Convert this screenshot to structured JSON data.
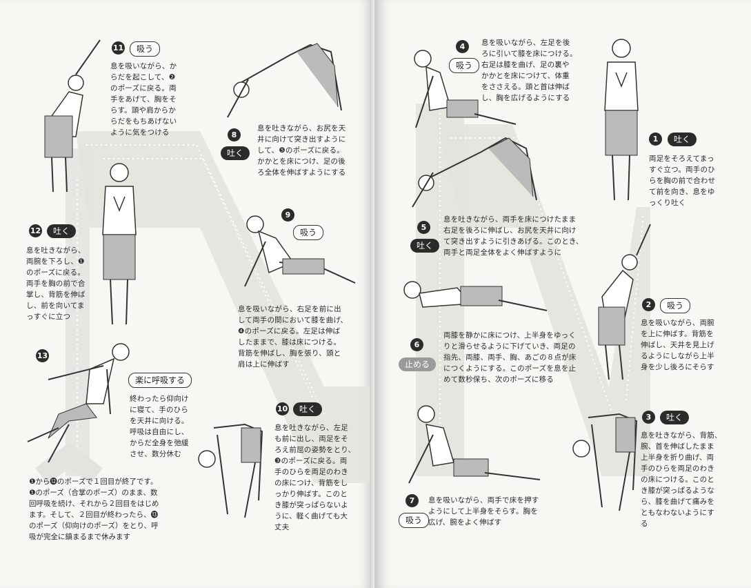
{
  "left_page": {
    "steps": [
      {
        "num": "11",
        "breath": "吸う",
        "text": "息を吸いながら、か\nらだを起こして、❷\nのポーズに戻る。両\n手をあげて、胸をそ\nらす。頭や肩からか\nらだをもちあげない\nように気をつける"
      },
      {
        "num": "8",
        "breath": "吐く",
        "text": "息を吐きながら、お尻を天\n井に向けて突き出すように\nして、❺のポーズに戻る。\nかかとを床につけ、足の後\nろ全体を伸ばすようにする"
      },
      {
        "num": "12",
        "breath": "吐く",
        "text": "息を吐きながら、\n両腕を下ろし、❶\nのポーズに戻る。\n両手を胸の前で合\n掌し、背筋を伸ば\nし、前を向いてま\nっすぐに立つ"
      },
      {
        "num": "9",
        "breath": "吸う",
        "text": "息を吸いながら、右足を前に出\nして両手の間において膝を曲げ、\n❹のポーズに戻る。左足は伸ば\nしたままで、膝は床につける。\n背筋を伸ばし、胸を張り、頭と\n肩は上に伸ばす"
      },
      {
        "num": "13",
        "breath": "楽に呼吸する",
        "text": "終わったら仰向け\nに寝て、手のひら\nを天井に向ける。\n呼吸は自由にし、\nからだ全身を弛緩\nさせ、数分休む"
      },
      {
        "num": "10",
        "breath": "吐く",
        "text": "息を吐きながら、左足\nも前に出し、両足をそ\nろえ前屈の姿勢をとり、\n❸のポーズに戻る。両\n手のひらを両足のわき\nの床につけ、背筋をし\nっかり伸ばす。このと\nき膝が突っぱらないよ\nうに、軽く曲げても大\n丈夫"
      }
    ],
    "footnote": "❶から⓬のポーズで１回目が終了です。\n❶のポーズ（合掌のポーズ）のまま、数\n回呼吸を続け、それから２回目をはじめ\nます。そして、２回目が終わったら、⓭\nのポーズ（仰向けのポーズ）をとり、呼\n吸が完全に鎮まるまで休みます"
  },
  "right_page": {
    "steps": [
      {
        "num": "4",
        "breath": "吸う",
        "text": "息を吸いながら、左足を後\nろに引いて膝を床につける。\n右足は膝を曲げ、足の裏や\nかかとを床につけて、体重\nをささえる。頭と首は伸ば\nし、胸を広げるようにする"
      },
      {
        "num": "1",
        "breath": "吐く",
        "text": "両足をそろえてまっ\nすぐ立つ。両手のひ\nらを胸の前で合わせ\nて前を向き、息をゆ\nっくり吐く"
      },
      {
        "num": "5",
        "breath": "吐く",
        "text": "息を吐きながら、両手を床につけたまま\n右足を後ろに伸ばし、お尻を天井に向け\nて突き出すように引きあげる。このとき、\n両手と両足全体をよく伸ばすように"
      },
      {
        "num": "2",
        "breath": "吸う",
        "text": "息を吸いながら、両腕\nを上に伸ばす。背筋を\n伸ばし、天井を見上げ\nるようにしながら上半\n身を少し後ろにそらす"
      },
      {
        "num": "6",
        "breath": "止める",
        "text": "両膝を静かに床につけ、上半身をゆっく\nりと滑らせるように下げていき、両足の\n指先、両膝、両手、胸、あごの８点が床\nにつくようにする。このポーズを息を止\nめて数秒保ち、次のポーズに移る"
      },
      {
        "num": "3",
        "breath": "吐く",
        "text": "息を吐きながら、背筋、\n腕、首を伸ばしたまま\n上半身を折り曲げ、両\n手のひらを両足のわき\nの床につける。このと\nき膝が突っぱるような\nら、膝を曲げて痛みを\nともなわないようにす\nる"
      },
      {
        "num": "7",
        "breath": "吸う",
        "text": "息を吸いながら、両手で床を押す\nようにして上半身をそらす。胸を\n広げ、腕をよく伸ばす"
      }
    ]
  }
}
